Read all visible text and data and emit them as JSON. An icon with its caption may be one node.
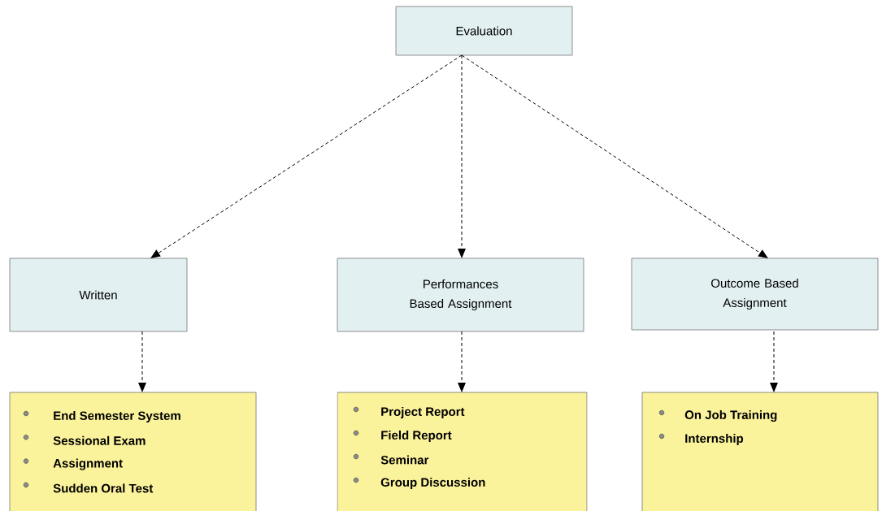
{
  "diagram": {
    "nodes": [
      {
        "text": [
          "Evaluation"
        ]
      },
      {
        "text": [
          "Written"
        ]
      },
      {
        "text": [
          "Performances Based Assignment"
        ]
      },
      {
        "text": [
          "Outcome Based Assignment"
        ]
      },
      {
        "text": [
          "End Semester System",
          "Sessional Exam",
          "Assignment",
          "Sudden Oral Test"
        ]
      },
      {
        "text": [
          "Project Report",
          "Field Report",
          "Seminar",
          "Group Discussion"
        ]
      },
      {
        "text": [
          "On Job Training",
          "Internship"
        ]
      }
    ],
    "edges": [
      {
        "from": 0,
        "to": 1,
        "arrow": "to",
        "style": "dashed"
      },
      {
        "from": 0,
        "to": 2,
        "arrow": "to",
        "style": "dashed"
      },
      {
        "from": 0,
        "to": 3,
        "arrow": "to",
        "style": "dashed"
      },
      {
        "from": 1,
        "to": 4,
        "arrow": "to",
        "style": "dashed"
      },
      {
        "from": 2,
        "to": 5,
        "arrow": "to",
        "style": "dashed"
      },
      {
        "from": 3,
        "to": 6,
        "arrow": "to",
        "style": "dashed"
      }
    ]
  }
}
